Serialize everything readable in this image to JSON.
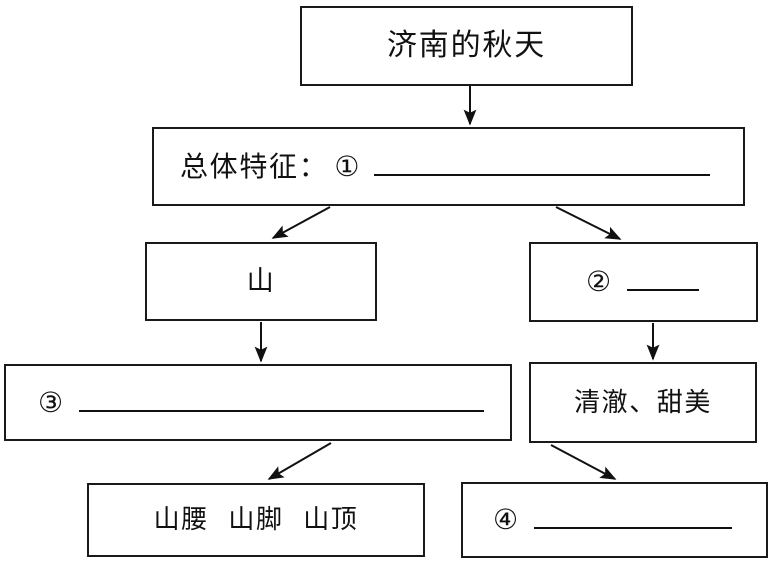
{
  "diagram": {
    "type": "flowchart",
    "title_node": {
      "id": "title",
      "label": "济南的秋天"
    },
    "nodes": [
      {
        "id": "title",
        "label": "济南的秋天",
        "marker": "",
        "has_blank": false
      },
      {
        "id": "overall",
        "label": "总体特征：",
        "marker": "①",
        "has_blank": true
      },
      {
        "id": "mountain",
        "label": "山",
        "marker": "",
        "has_blank": false
      },
      {
        "id": "two",
        "label": "",
        "marker": "②",
        "has_blank": true
      },
      {
        "id": "three",
        "label": "",
        "marker": "③",
        "has_blank": true
      },
      {
        "id": "clear",
        "label": "清澈、甜美",
        "marker": "",
        "has_blank": false
      },
      {
        "id": "parts",
        "label": "山腰  山脚  山顶",
        "marker": "",
        "has_blank": false
      },
      {
        "id": "four",
        "label": "",
        "marker": "④",
        "has_blank": true
      }
    ],
    "edges": [
      {
        "from": "title",
        "to": "overall",
        "style": "vertical-arrow"
      },
      {
        "from": "overall",
        "to": "mountain",
        "style": "diagonal-arrow-left"
      },
      {
        "from": "overall",
        "to": "two",
        "style": "diagonal-arrow-right"
      },
      {
        "from": "mountain",
        "to": "three",
        "style": "vertical-arrow"
      },
      {
        "from": "two",
        "to": "clear",
        "style": "vertical-arrow"
      },
      {
        "from": "three",
        "to": "parts",
        "style": "diagonal-arrow-left"
      },
      {
        "from": "clear",
        "to": "four",
        "style": "diagonal-arrow-right"
      }
    ],
    "colors": {
      "stroke": "#1a1a1a",
      "text": "#111111",
      "background": "#ffffff"
    }
  }
}
